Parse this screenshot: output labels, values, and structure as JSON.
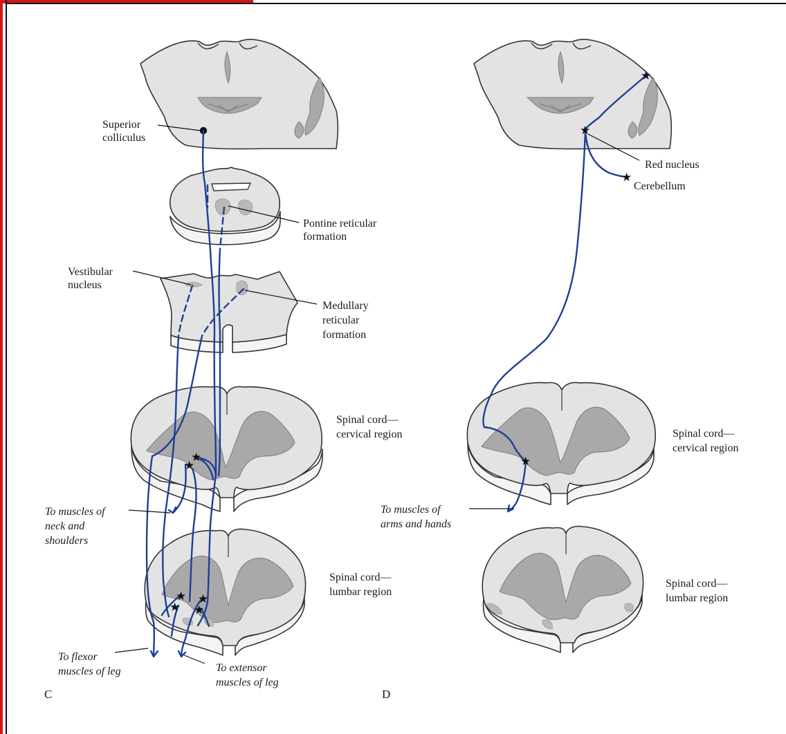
{
  "panels": {
    "left": "C",
    "right": "D"
  },
  "labels": {
    "superior_colliculus": [
      "Superior",
      "colliculus"
    ],
    "pontine_reticular_formation": [
      "Pontine reticular",
      "formation"
    ],
    "vestibular_nucleus": [
      "Vestibular",
      "nucleus"
    ],
    "medullary_reticular_formation": [
      "Medullary",
      "reticular",
      "formation"
    ],
    "spinal_cord_cervical_c": [
      "Spinal cord—",
      "cervical region"
    ],
    "spinal_cord_lumbar_c": [
      "Spinal cord—",
      "lumbar region"
    ],
    "to_neck_shoulders": [
      "To muscles of",
      "neck and",
      "shoulders"
    ],
    "to_flexor": [
      "To flexor",
      "muscles of leg"
    ],
    "to_extensor": [
      "To extensor",
      "muscles of leg"
    ],
    "red_nucleus": "Red nucleus",
    "cerebellum": "Cerebellum",
    "spinal_cord_cervical_d": [
      "Spinal cord—",
      "cervical region"
    ],
    "spinal_cord_lumbar_d": [
      "Spinal cord—",
      "lumbar region"
    ],
    "to_arms_hands": [
      "To muscles of",
      "arms and hands"
    ]
  },
  "colors": {
    "tract": "#1d3f94",
    "tissue": "#e3e3e3",
    "gray_matter": "#a9a9a9",
    "frame_accent": "#d01818"
  }
}
